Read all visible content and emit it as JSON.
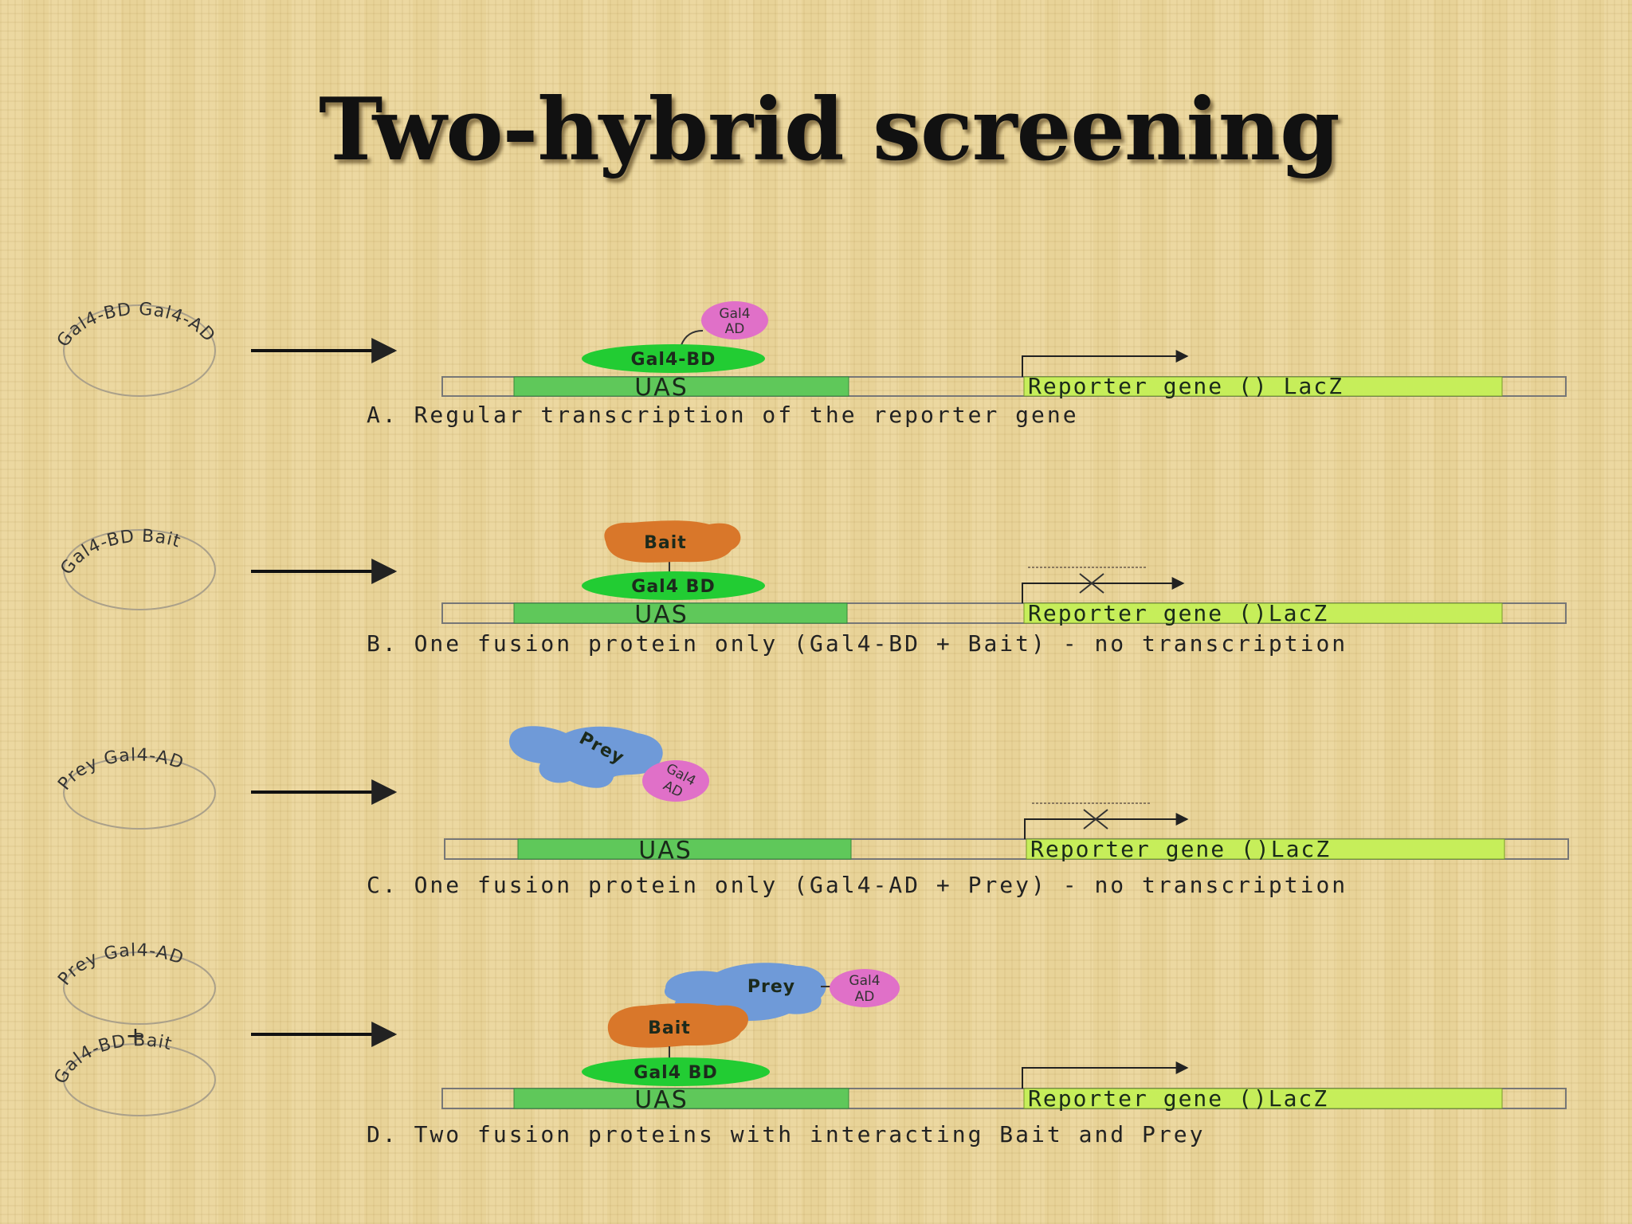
{
  "title": "Two-hybrid screening",
  "panels": {
    "a": {
      "plasmid": "Gal4-BD  Gal4-AD",
      "bd": "Gal4-BD",
      "ad_line1": "Gal4",
      "ad_line2": "AD",
      "uas": "UAS",
      "reporter": "Reporter gene () LacZ",
      "caption": "A. Regular transcription of the reporter gene"
    },
    "b": {
      "plasmid": "Gal4-BD  Bait",
      "bait": "Bait",
      "bd": "Gal4 BD",
      "uas": "UAS",
      "reporter": "Reporter gene ()LacZ",
      "caption": "B. One fusion protein only (Gal4-BD + Bait) - no transcription"
    },
    "c": {
      "plasmid": "Prey  Gal4-AD",
      "prey": "Prey",
      "ad_line1": "Gal4",
      "ad_line2": "AD",
      "uas": "UAS",
      "reporter": "Reporter gene ()LacZ",
      "caption": "C. One fusion protein only (Gal4-AD + Prey) - no transcription"
    },
    "d": {
      "plasmid_top": "Prey  Gal4-AD",
      "plus": "+",
      "plasmid_bottom": "Gal4-BD  Bait",
      "prey": "Prey",
      "ad_line1": "Gal4",
      "ad_line2": "AD",
      "bait": "Bait",
      "bd": "Gal4 BD",
      "uas": "UAS",
      "reporter": "Reporter gene ()LacZ",
      "caption": "D. Two fusion proteins with interacting Bait and Prey"
    }
  },
  "colors": {
    "uas": "#5fc85a",
    "reporter": "#c6ee5a",
    "gal4_bd": "#22cc33",
    "gal4_ad": "#e070c8",
    "bait": "#d9772a",
    "prey": "#6f9ad8"
  }
}
